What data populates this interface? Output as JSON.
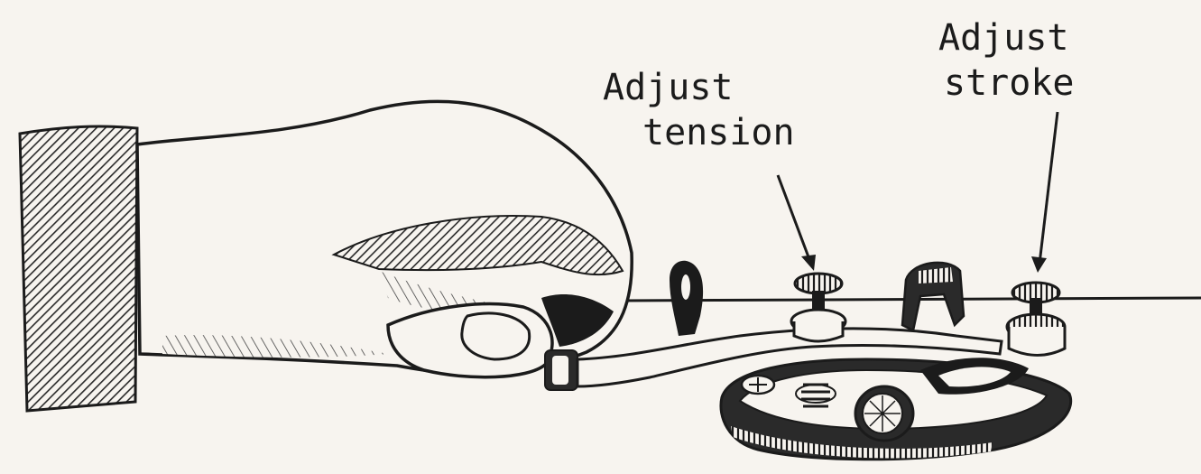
{
  "labels": {
    "tension": [
      "Adjust",
      "tension"
    ],
    "stroke": [
      "Adjust",
      "stroke"
    ]
  },
  "colors": {
    "paper": "#f7f4ef",
    "ink": "#1b1b1b",
    "shade": "#3a3a3a"
  }
}
